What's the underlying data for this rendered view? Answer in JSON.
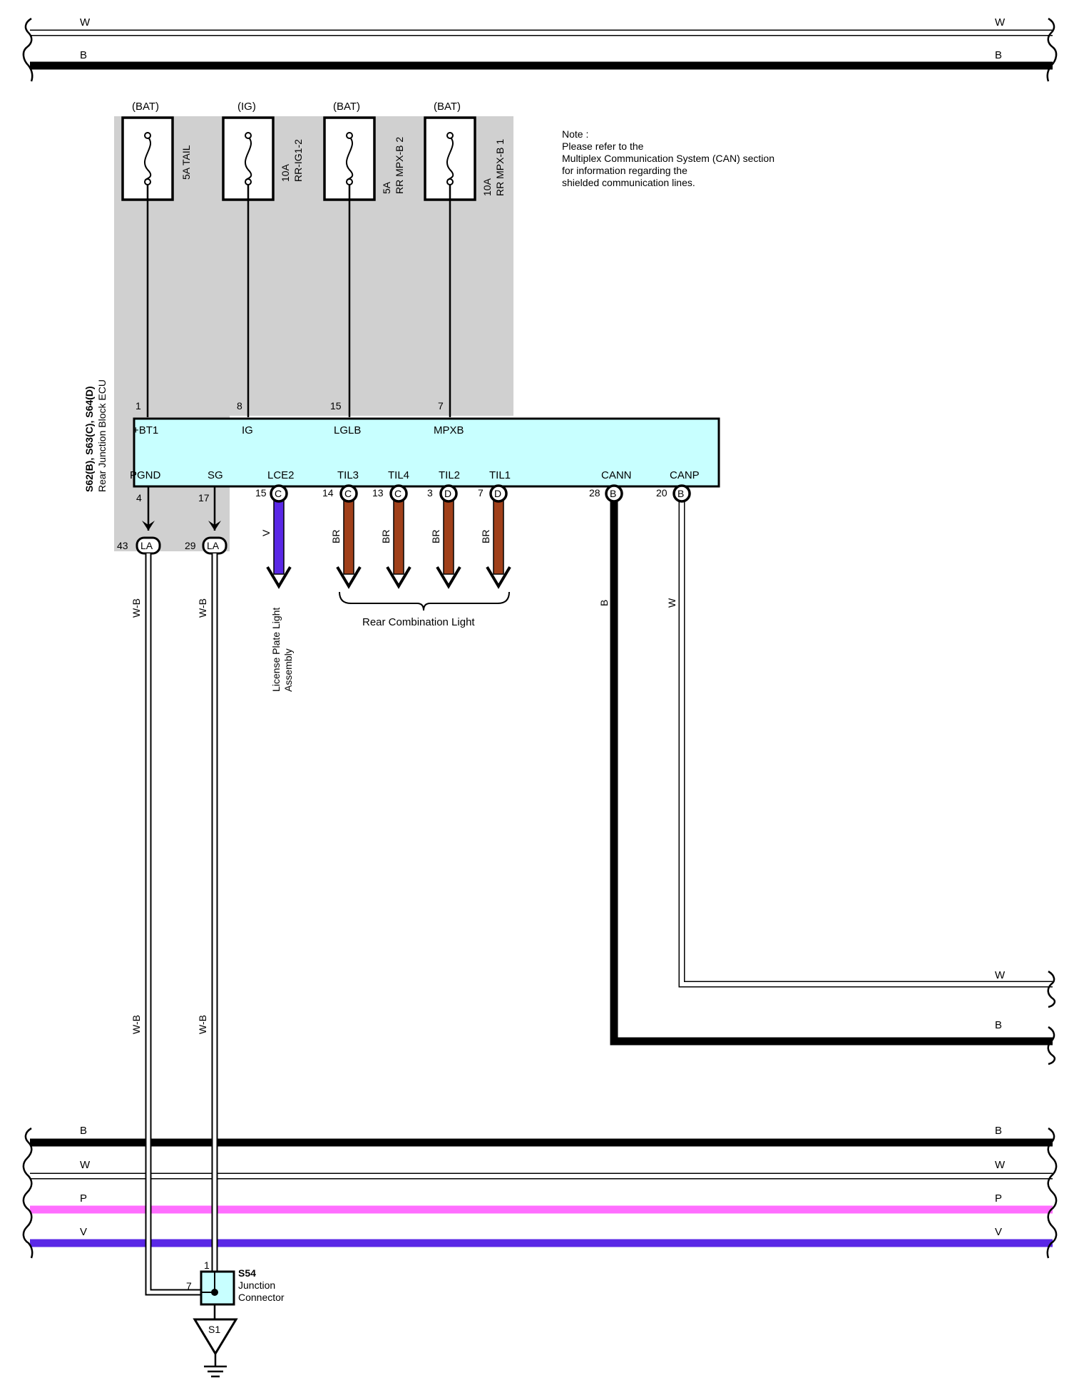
{
  "colors": {
    "W": "#ffffff",
    "B": "#000000",
    "P": "#ff6eff",
    "V": "#5a28e6",
    "BR": "#a0401a",
    "ecu_fill": "#c8ffff",
    "shade": "#d0d0d0"
  },
  "top_bus": [
    {
      "color_code": "W",
      "label_left": "W",
      "label_right": "W"
    },
    {
      "color_code": "B",
      "label_left": "B",
      "label_right": "B"
    }
  ],
  "bottom_bus": [
    {
      "color_code": "B",
      "label_left": "B",
      "label_right": "B"
    },
    {
      "color_code": "W",
      "label_left": "W",
      "label_right": "W"
    },
    {
      "color_code": "P",
      "label_left": "P",
      "label_right": "P"
    },
    {
      "color_code": "V",
      "label_left": "V",
      "label_right": "V"
    }
  ],
  "note": {
    "title": "Note :",
    "lines": [
      "Please refer to the",
      "Multiplex Communication System (CAN) section",
      "for information regarding the",
      "shielded communication lines."
    ]
  },
  "fuses": [
    {
      "source": "(BAT)",
      "rating": "5A TAIL",
      "name": "",
      "pin": "1",
      "terminal": "+BT1"
    },
    {
      "source": "(IG)",
      "rating": "10A",
      "name": "RR-IG1-2",
      "pin": "8",
      "terminal": "IG"
    },
    {
      "source": "(BAT)",
      "rating": "5A",
      "name": "RR MPX-B 2",
      "pin": "15",
      "terminal": "LGLB"
    },
    {
      "source": "(BAT)",
      "rating": "10A",
      "name": "RR MPX-B 1",
      "pin": "7",
      "terminal": "MPXB"
    }
  ],
  "ecu": {
    "connectors": "S62(B), S63(C), S64(D)",
    "name": "Rear Junction Block ECU"
  },
  "ground_pins": [
    {
      "terminal": "PGND",
      "pin": "4",
      "joint_pin": "43",
      "joint": "LA",
      "wire": "W-B",
      "splice_pin": "7"
    },
    {
      "terminal": "SG",
      "pin": "17",
      "joint_pin": "29",
      "joint": "LA",
      "wire": "W-B",
      "splice_pin": "1"
    }
  ],
  "lamp_outputs": [
    {
      "terminal": "LCE2",
      "pin": "15",
      "connector": "C",
      "wire": "V"
    },
    {
      "terminal": "TIL3",
      "pin": "14",
      "connector": "C",
      "wire": "BR"
    },
    {
      "terminal": "TIL4",
      "pin": "13",
      "connector": "C",
      "wire": "BR"
    },
    {
      "terminal": "TIL2",
      "pin": "3",
      "connector": "D",
      "wire": "BR"
    },
    {
      "terminal": "TIL1",
      "pin": "7",
      "connector": "D",
      "wire": "BR"
    }
  ],
  "license_plate": {
    "line1": "License Plate Light",
    "line2": "Assembly"
  },
  "rear_combination": "Rear Combination Light",
  "can_pins": [
    {
      "terminal": "CANN",
      "pin": "28",
      "connector": "B",
      "wire": "B",
      "end_label": "B"
    },
    {
      "terminal": "CANP",
      "pin": "20",
      "connector": "B",
      "wire": "W",
      "end_label": "W"
    }
  ],
  "junction": {
    "id": "S54",
    "line1": "Junction",
    "line2": "Connector"
  },
  "ground": {
    "id": "S1"
  }
}
